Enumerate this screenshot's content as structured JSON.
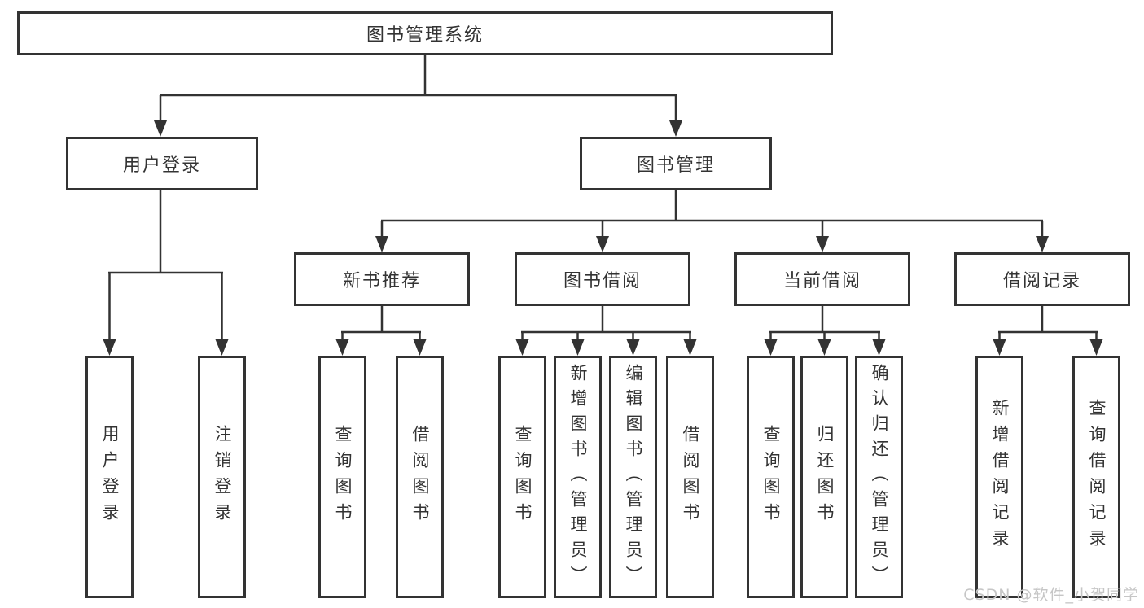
{
  "tree": {
    "label": "图书管理系统",
    "children": [
      {
        "label": "用户登录",
        "children": [
          {
            "label": "用户登录"
          },
          {
            "label": "注销登录"
          }
        ]
      },
      {
        "label": "图书管理",
        "children": [
          {
            "label": "新书推荐",
            "children": [
              {
                "label": "查询图书"
              },
              {
                "label": "借阅图书"
              }
            ]
          },
          {
            "label": "图书借阅",
            "children": [
              {
                "label": "查询图书"
              },
              {
                "label": "新增图书（管理员）"
              },
              {
                "label": "编辑图书（管理员）"
              },
              {
                "label": "借阅图书"
              }
            ]
          },
          {
            "label": "当前借阅",
            "children": [
              {
                "label": "查询图书"
              },
              {
                "label": "归还图书"
              },
              {
                "label": "确认归还（管理员）"
              }
            ]
          },
          {
            "label": "借阅记录",
            "children": [
              {
                "label": "新增借阅记录"
              },
              {
                "label": "查询借阅记录"
              }
            ]
          }
        ]
      }
    ]
  },
  "watermark": {
    "text": "CSDN @软件_小贺同学"
  },
  "colors": {
    "line": "#333333",
    "text": "#333333",
    "box_background": "#ffffff",
    "page_background": "#ffffff",
    "watermark": "#c6c6c6"
  }
}
